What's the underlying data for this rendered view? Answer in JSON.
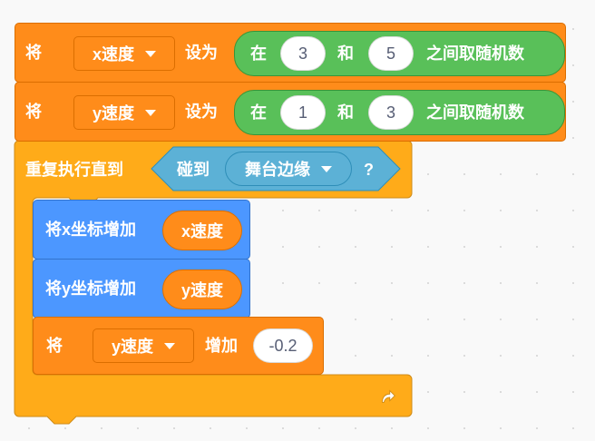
{
  "block1": {
    "set_label": "将",
    "variable": "x速度",
    "to_label": "设为",
    "random": {
      "between_label": "在",
      "from": "3",
      "and_label": "和",
      "to": "5",
      "suffix": "之间取随机数"
    }
  },
  "block2": {
    "set_label": "将",
    "variable": "y速度",
    "to_label": "设为",
    "random": {
      "between_label": "在",
      "from": "1",
      "and_label": "和",
      "to": "3",
      "suffix": "之间取随机数"
    }
  },
  "loop": {
    "label": "重复执行直到",
    "condition": {
      "touching_label": "碰到",
      "target": "舞台边缘",
      "question": "?"
    }
  },
  "inner": {
    "change_x": {
      "label": "将x坐标增加",
      "reporter": "x速度"
    },
    "change_y": {
      "label": "将y坐标增加",
      "reporter": "y速度"
    },
    "change_var": {
      "set_label": "将",
      "variable": "y速度",
      "by_label": "增加",
      "value": "-0.2"
    }
  },
  "icons": {
    "loop_end": "loop-arrow-icon"
  },
  "colors": {
    "variables": "#ff8c1a",
    "control": "#ffab19",
    "motion": "#4c97ff",
    "operators": "#59c059",
    "sensing": "#5cb1d6"
  }
}
